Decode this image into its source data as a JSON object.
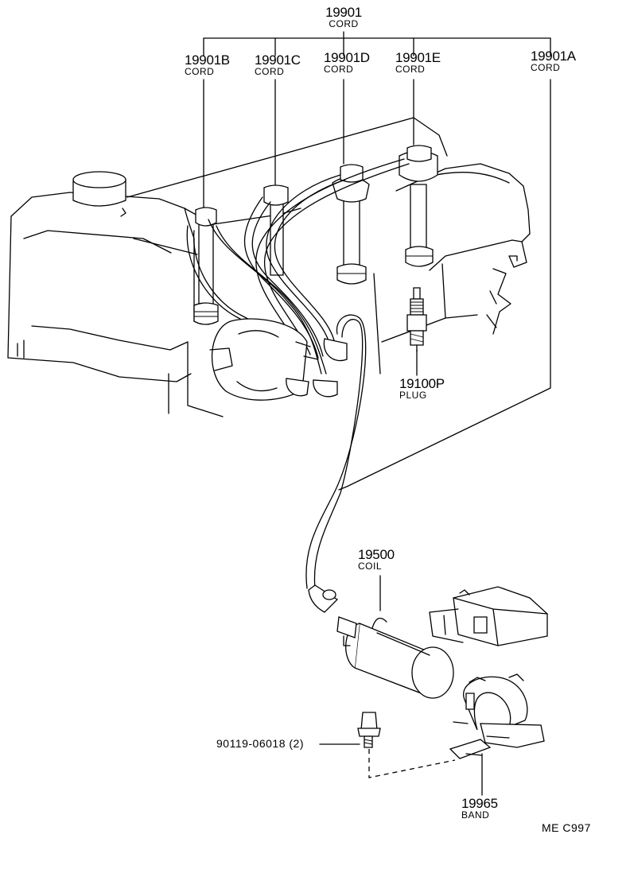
{
  "callouts": {
    "main_cord": {
      "number": "19901",
      "name": "CORD"
    },
    "cord_a": {
      "number": "19901A",
      "name": "CORD"
    },
    "cord_b": {
      "number": "19901B",
      "name": "CORD"
    },
    "cord_c": {
      "number": "19901C",
      "name": "CORD"
    },
    "cord_d": {
      "number": "19901D",
      "name": "CORD"
    },
    "cord_e": {
      "number": "19901E",
      "name": "CORD"
    },
    "plug": {
      "number": "19100P",
      "name": "PLUG"
    },
    "coil": {
      "number": "19500",
      "name": "COIL"
    },
    "bolt": {
      "number": "90119-06018 (2)"
    },
    "band": {
      "number": "19965",
      "name": "BAND"
    }
  },
  "reference_code": "ME  C997"
}
